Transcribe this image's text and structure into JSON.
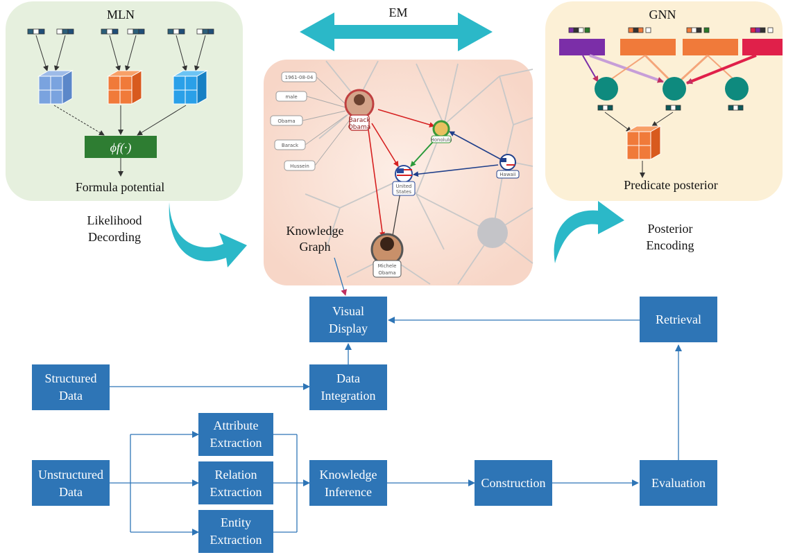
{
  "mln": {
    "title": "MLN",
    "phi_label": "ϕf(·)",
    "caption": "Formula potential"
  },
  "em": {
    "label": "EM"
  },
  "gnn": {
    "title": "GNN",
    "caption": "Predicate posterior"
  },
  "labels": {
    "likelihood_1": "Likelihood",
    "likelihood_2": "Decording",
    "posterior_1": "Posterior",
    "posterior_2": "Encoding",
    "kg_1": "Knowledge",
    "kg_2": "Graph"
  },
  "kg": {
    "entities": {
      "barack_1": "Barack",
      "barack_2": "Obama",
      "michelle_1": "Michele",
      "michelle_2": "Obama",
      "us_1": "United",
      "us_2": "States",
      "hawaii": "Hawaii",
      "honolulu": "Honolulu"
    },
    "attributes": [
      "1961-08-04",
      "male",
      "Obama",
      "Barack",
      "Hussein"
    ]
  },
  "flow": {
    "visual_display": [
      "Visual",
      "Display"
    ],
    "retrieval": [
      "Retrieval"
    ],
    "structured_data": [
      "Structured",
      "Data"
    ],
    "data_integration": [
      "Data",
      "Integration"
    ],
    "attribute_extraction": [
      "Attribute",
      "Extraction"
    ],
    "unstructured_data": [
      "Unstructured",
      "Data"
    ],
    "relation_extraction": [
      "Relation",
      "Extraction"
    ],
    "knowledge_inference": [
      "Knowledge",
      "Inference"
    ],
    "construction": [
      "Construction"
    ],
    "evaluation": [
      "Evaluation"
    ],
    "entity_extraction": [
      "Entity",
      "Extraction"
    ]
  },
  "colors": {
    "box_fill": "#2e75b6",
    "arrow": "#2e75b6",
    "mln_panel": "#e8f1e0",
    "gnn_panel": "#fcf0d6",
    "kg_panel": "#fbe3d8",
    "em_arrow": "#2bb8c8",
    "cube_blue_light": "#6fa0de",
    "cube_orange": "#f07a3a",
    "cube_blue": "#2aa0e8",
    "phi_box": "#2e7d32",
    "gnn_node": "#0e8a7e",
    "gnn_purple": "#7b2ea8",
    "gnn_red": "#e0204a"
  }
}
